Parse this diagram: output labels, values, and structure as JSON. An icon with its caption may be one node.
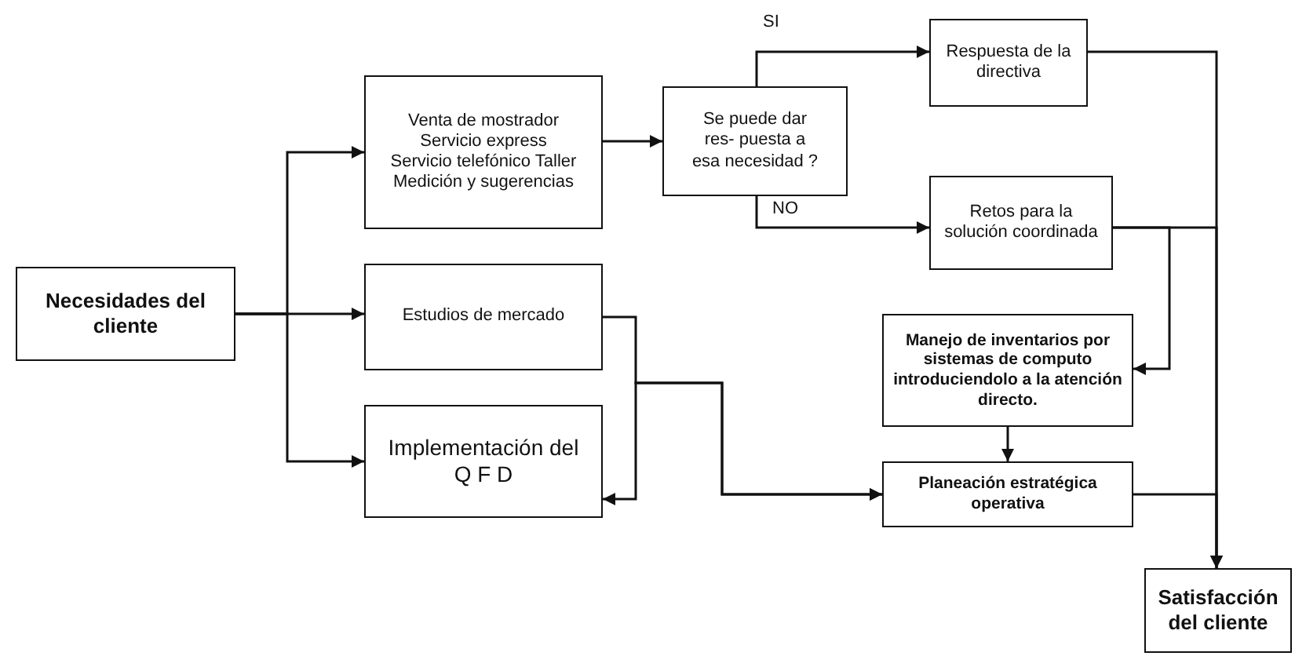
{
  "diagram": {
    "nodes": [
      {
        "text": [
          "Necesidades del cliente"
        ]
      },
      {
        "text": [
          "Venta de mostrador Servicio express Servicio telefónico Taller Medición y sugerencias"
        ]
      },
      {
        "text": [
          "Estudios de mercado"
        ]
      },
      {
        "text": [
          "Implementación del Q F D"
        ]
      },
      {
        "text": [
          "Se puede dar res- puesta a esa necesidad ?"
        ]
      },
      {
        "text": [
          "Respuesta de la directiva"
        ]
      },
      {
        "text": [
          "Retos para la solución coordinada"
        ]
      },
      {
        "text": [
          "Manejo de inventarios por sistemas de computo introduciendolo a la atención directo."
        ]
      },
      {
        "text": [
          "Planeación estratégica operativa"
        ]
      },
      {
        "text": [
          "Satisfacción del cliente"
        ]
      }
    ],
    "edges": [
      {
        "from": 0,
        "to": 1,
        "arrow": "to"
      },
      {
        "from": 0,
        "to": 2,
        "arrow": "to"
      },
      {
        "from": 0,
        "to": 3,
        "arrow": "to"
      },
      {
        "from": 1,
        "to": 4,
        "arrow": "to"
      },
      {
        "from": 4,
        "to": 5,
        "arrow": "to",
        "label": "SI"
      },
      {
        "from": 4,
        "to": 6,
        "arrow": "to",
        "label": "NO"
      },
      {
        "from": 5,
        "to": 9,
        "arrow": "to"
      },
      {
        "from": 6,
        "to": 9,
        "arrow": "to"
      },
      {
        "from": 6,
        "to": 7,
        "arrow": "to"
      },
      {
        "from": 7,
        "to": 8,
        "arrow": "to"
      },
      {
        "from": 8,
        "to": 9,
        "arrow": "to"
      },
      {
        "from": 2,
        "to": 8,
        "arrow": "to"
      },
      {
        "from": 3,
        "to": 8,
        "arrow": "both"
      }
    ]
  }
}
